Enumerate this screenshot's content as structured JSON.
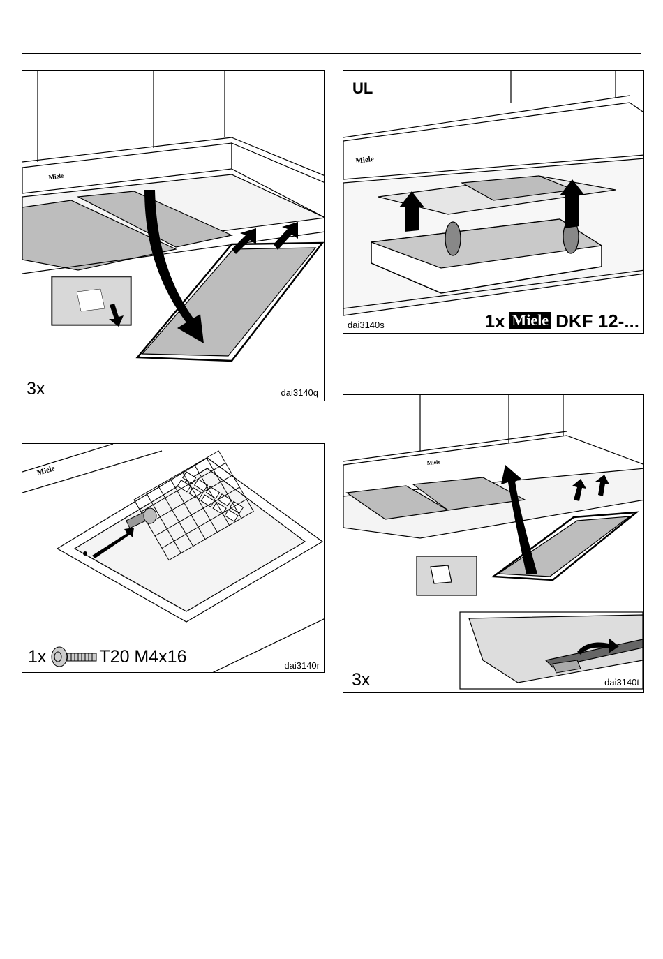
{
  "brand_logo": "Miele",
  "panels": {
    "remove_grease_filters": {
      "quantity": "3x",
      "figure_code": "dai3140q"
    },
    "remove_odour_filter": {
      "variant": "UL",
      "quantity": "1x",
      "model": "DKF 12-...",
      "figure_code": "dai3140s"
    },
    "screw": {
      "quantity": "1x",
      "screw_spec": "T20 M4x16",
      "figure_code": "dai3140r"
    },
    "refit_grease_filters": {
      "quantity": "3x",
      "figure_code": "dai3140t"
    }
  }
}
